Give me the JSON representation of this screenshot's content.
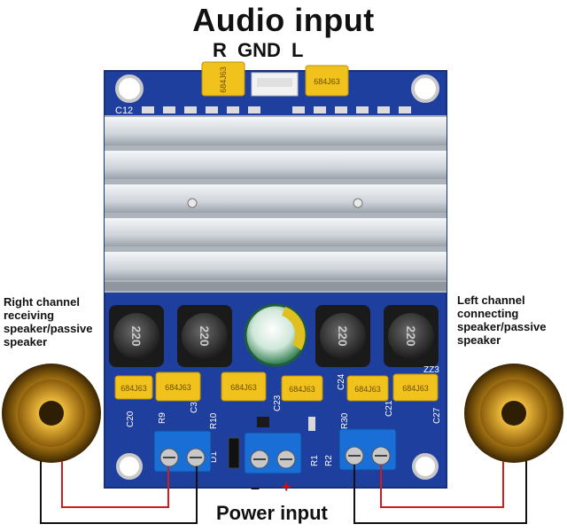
{
  "title": "Audio input",
  "input_pins": [
    "R",
    "GND",
    "L"
  ],
  "left_speaker_label": "Right channel receiving speaker/passive speaker",
  "right_speaker_label": "Left channel connecting speaker/passive speaker",
  "power_label": "Power input",
  "polarity": {
    "negative": "–",
    "positive": "+"
  },
  "capacitor_text": "684J63",
  "inductor_text": "220",
  "silkscreen": {
    "c12": "C12",
    "c20": "C20",
    "r9": "R9",
    "c3": "C3",
    "r10": "R10",
    "c23": "C23",
    "c24": "C24",
    "r30": "R30",
    "c21": "C21",
    "c27": "C27",
    "d1": "D1",
    "r1": "R1",
    "r2": "R2",
    "zz3": "ZZ3"
  },
  "colors": {
    "pcb": "#1f3f9e",
    "heatsink": "#d9dde2",
    "capacitor": "#f2c21c",
    "terminal": "#1a6fd6",
    "wire_red": "#d21b1b",
    "wire_black": "#111111"
  }
}
